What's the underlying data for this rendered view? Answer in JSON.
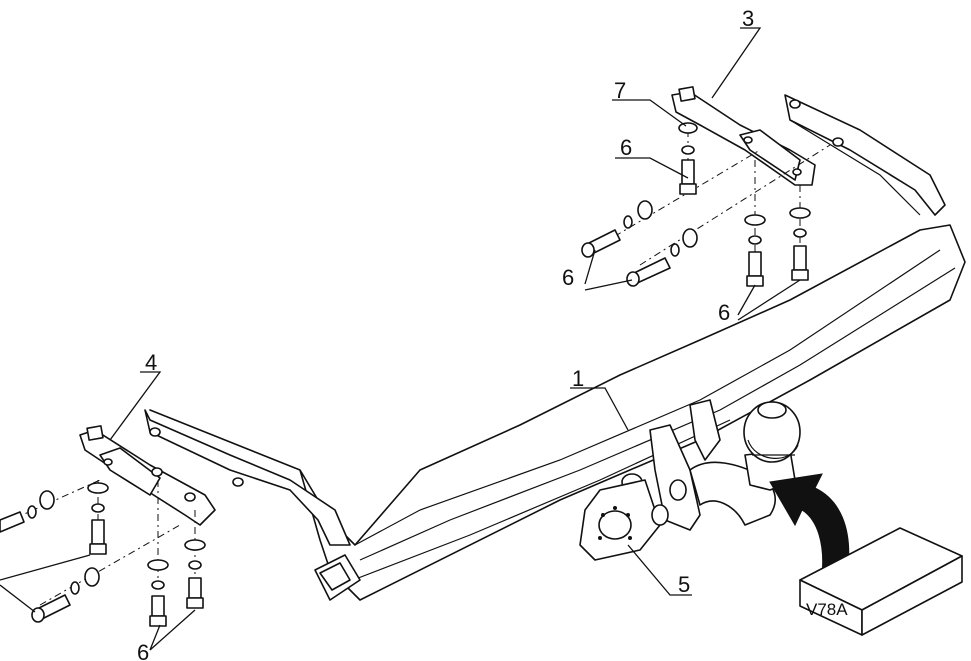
{
  "callouts": {
    "c1": "1",
    "c3": "3",
    "c4": "4",
    "c5": "5",
    "c6_upper_bolt": "6",
    "c6_upper_left": "6",
    "c6_upper_right": "6",
    "c6_lower": "6",
    "c7": "7"
  },
  "box_label": "V78A",
  "colors": {
    "line": "#111111",
    "background": "#ffffff"
  }
}
